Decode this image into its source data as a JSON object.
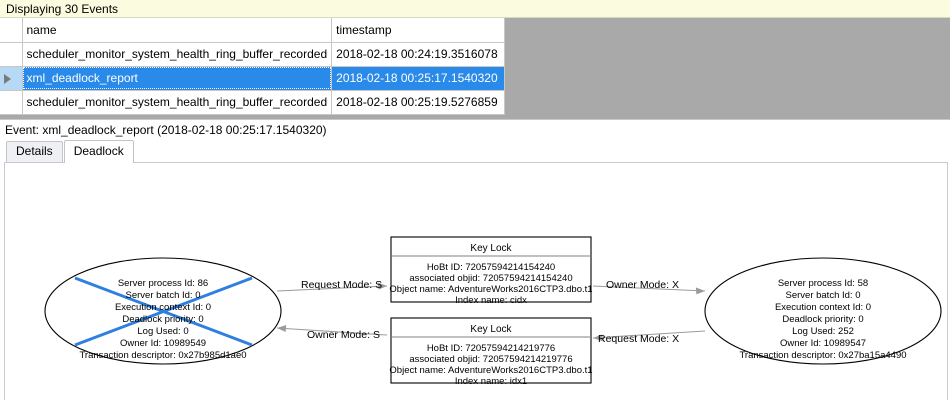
{
  "banner": {
    "text": "Displaying 30 Events"
  },
  "grid": {
    "columns": [
      "",
      "name",
      "timestamp"
    ],
    "rows": [
      {
        "selector": "",
        "name": "scheduler_monitor_system_health_ring_buffer_recorded",
        "timestamp": "2018-02-18 00:24:19.3516078",
        "selected": false
      },
      {
        "selector": "row-arrow",
        "name": "xml_deadlock_report",
        "timestamp": "2018-02-18 00:25:17.1540320",
        "selected": true
      },
      {
        "selector": "",
        "name": "scheduler_monitor_system_health_ring_buffer_recorded",
        "timestamp": "2018-02-18 00:25:19.5276859",
        "selected": false
      }
    ]
  },
  "event_caption": "Event: xml_deadlock_report (2018-02-18 00:25:17.1540320)",
  "tabs": [
    {
      "label": "Details",
      "active": false
    },
    {
      "label": "Deadlock",
      "active": true
    }
  ],
  "deadlock_graph": {
    "process_left": {
      "lines": [
        "Server process Id: 86",
        "Server batch Id: 0",
        "Execution context Id: 0",
        "Deadlock priority: 0",
        "Log Used: 0",
        "Owner Id: 10989549",
        "Transaction descriptor: 0x27b985d1ae0"
      ],
      "is_victim": true
    },
    "process_right": {
      "lines": [
        "Server process Id: 58",
        "Server batch Id: 0",
        "Execution context Id: 0",
        "Deadlock priority: 0",
        "Log Used: 252",
        "Owner Id: 10989547",
        "Transaction descriptor: 0x27ba15a4490"
      ],
      "is_victim": false
    },
    "resource_top": {
      "title": "Key Lock",
      "lines": [
        "HoBt ID: 72057594214154240",
        "associated objid: 72057594214154240",
        "Object name: AdventureWorks2016CTP3.dbo.t1",
        "Index name: cidx"
      ]
    },
    "resource_bottom": {
      "title": "Key Lock",
      "lines": [
        "HoBt ID: 72057594214219776",
        "associated objid: 72057594214219776",
        "Object name: AdventureWorks2016CTP3.dbo.t1",
        "Index name: idx1"
      ]
    },
    "edges": [
      {
        "id": "left-request-top",
        "label": "Request Mode: S"
      },
      {
        "id": "top-owner-right",
        "label": "Owner Mode: X"
      },
      {
        "id": "bottom-owner-left",
        "label": "Owner Mode: S"
      },
      {
        "id": "right-request-bottom",
        "label": "Request Mode: X"
      }
    ],
    "colors": {
      "victim_cross": "#2f7fe0",
      "node_stroke": "#000000",
      "edge_stroke": "#9b9b9b",
      "selection_blue": "#2a8aea",
      "banner_bg": "#fbfbe0",
      "grid_void": "#a9a9a9"
    }
  }
}
